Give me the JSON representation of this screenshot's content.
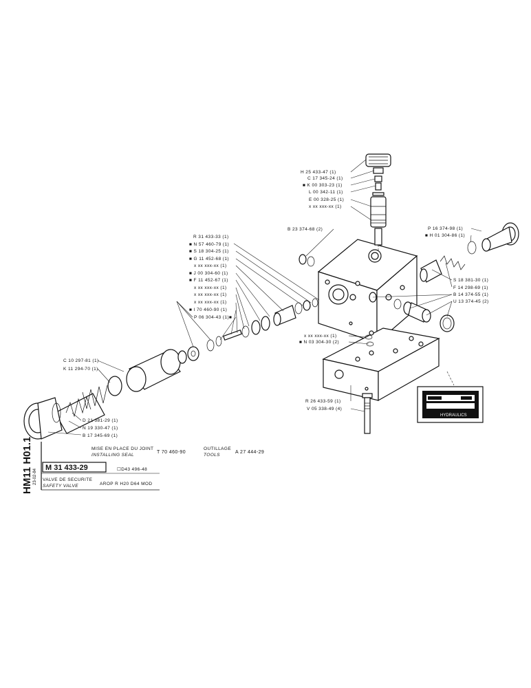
{
  "callouts": {
    "h25433": "H 25 433-47 (1)",
    "c17345": "C 17 345-24 (1)",
    "k00303": "■ K 00 303-23 (1)",
    "l00342": "L 00 342-11 (1)",
    "e00328": "E 00 328-25 (1)",
    "xxtop": "x xx xxx-xx (1)",
    "b23374": "B 23 374-68 (2)",
    "r31433": "R 31 433-33 (1)",
    "n57460": "■ N 57 460-79 (1)",
    "s18304": "■ S 18 304-25 (1)",
    "g11452": "■ G 11 452-68 (1)",
    "xx1": "x xx xxx-xx (1)",
    "j00304": "■ J 00 304-60 (1)",
    "f11452": "■ F 11 452-67 (1)",
    "xx2": "x xx xxx-xx (1)",
    "xx3": "x xx xxx-xx (1)",
    "xx4": "x xx xxx-xx (1)",
    "i70460": "■ I 70 460-90 (1)",
    "p06304": "P 06 304-43 (1)■",
    "p16374": "P 16 374-98 (1)",
    "h01304": "■ H 01 304-86 (1)",
    "s18381": "S 18 381-30 (1)",
    "f14298": "F 14 298-69 (1)",
    "b14374": "B 14 374-55 (1)",
    "u13374": "U 13 374-45 (2)",
    "xx5": "x xx xxx-xx (1)",
    "n03304": "■ N 03 304-30 (2)",
    "c10297": "C 10 297-81 (1)",
    "k11294": "K 11 294-70 (1)",
    "d21381": "D 21 381-29 (1)",
    "n19330": "N 19 330-47 (1)",
    "b17345": "B 17 345-69 (1)",
    "r26433": "R 26 433-59 (1)",
    "v05338": "V 05 338-49 (4)"
  },
  "nameplate": {
    "brand": "HYDRAULICS"
  },
  "footer": {
    "seal_fr": "MISE EN PLACE DU JOINT",
    "seal_en": "INSTALLING SEAL",
    "seal_code": "T 70 460-90",
    "tools_fr": "OUTILLAGE",
    "tools_en": "TOOLS",
    "tools_code": "A 27 444-29",
    "ref_box": "M 31 433-29",
    "replaced": "☐D43 496-48",
    "date": "23-02-84",
    "title_fr": "VALVE DE SECURITE",
    "title_en": "SAFETY VALVE",
    "model": "AROP R  H20  D64 MOD",
    "sheet": "HM11 H01.1"
  }
}
